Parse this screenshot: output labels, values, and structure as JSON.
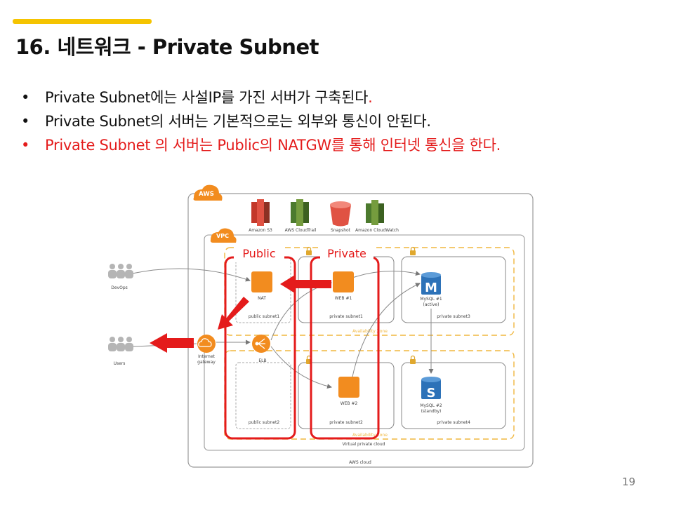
{
  "slide": {
    "title": "16. 네트워크 - Private Subnet",
    "page_number": "19",
    "bullets": [
      {
        "text": "Private Subnet에는 사설IP를 가진 서버가 구축된다",
        "tail": ".",
        "tail_color": "#e41b1b"
      },
      {
        "text": "Private Subnet의 서버는 기본적으로는 외부와 통신이 안된다.",
        "tail": ""
      },
      {
        "text": "Private Subnet 의 서버는 Public의 NATGW를 통해 인터넷 통신을 한다.",
        "tail": "",
        "color": "#e41b1b"
      }
    ]
  },
  "diagram": {
    "aws_badge": "AWS",
    "vpc_badge": "VPC",
    "services": [
      {
        "label": "Amazon S3",
        "icon": "amazon-s3-icon"
      },
      {
        "label": "AWS CloudTrail",
        "icon": "aws-cloudtrail-icon"
      },
      {
        "label": "Snapshot",
        "icon": "snapshot-bucket-icon"
      },
      {
        "label": "Amazon CloudWatch",
        "icon": "amazon-cloudwatch-icon"
      }
    ],
    "callouts": {
      "public": "Public",
      "private": "Private"
    },
    "nodes": {
      "devops": "DevOps",
      "users": "Users",
      "nat": "NAT",
      "web1": "WEB #1",
      "web2": "WEB #2",
      "elb": "ELB",
      "igw_line1": "Internet",
      "igw_line2": "gateway",
      "mysql1_line1": "MySQL #1",
      "mysql1_line2": "(active)",
      "mysql2_line1": "MySQL #2",
      "mysql2_line2": "(standby)"
    },
    "subnets": {
      "public1": "public subnet1",
      "public2": "public subnet2",
      "private1": "private subnet1",
      "private2": "private subnet2",
      "private3": "private subnet3",
      "private4": "private subnet4"
    },
    "zone_label": "Availability Zone",
    "vpc_caption": "Virtual private cloud",
    "cloud_caption": "AWS cloud",
    "colors": {
      "accent": "#f5c400",
      "highlight_red": "#e41b1b",
      "aws_orange": "#f28c1f",
      "db_blue": "#2d72b8",
      "zone_dash": "#f0b73f"
    }
  }
}
